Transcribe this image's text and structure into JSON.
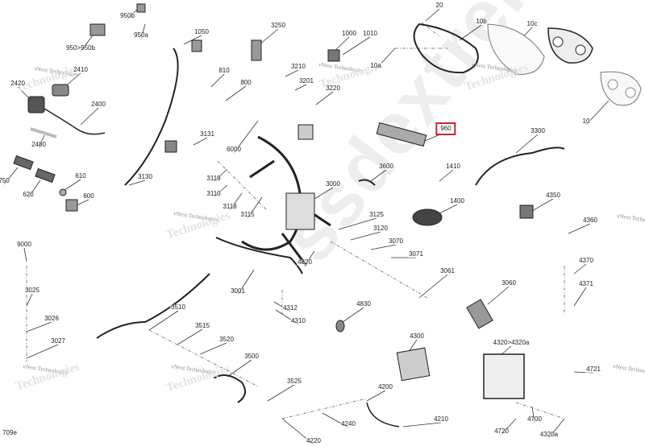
{
  "diagram": {
    "figure_code": "709e",
    "highlighted_part": "960",
    "highlight_color": "#c8242b",
    "callouts": [
      "20",
      "950b",
      "950>950b",
      "950a",
      "1050",
      "3250",
      "1000",
      "1010",
      "10b",
      "10c",
      "10a",
      "2420",
      "2410",
      "810",
      "3210",
      "3201",
      "800",
      "3220",
      "2400",
      "10",
      "960",
      "3300",
      "2480",
      "3131",
      "6000",
      "1410",
      "750",
      "3119",
      "3600",
      "610",
      "3130",
      "3110",
      "3000",
      "620",
      "600",
      "1400",
      "4350",
      "3118",
      "3115",
      "3125",
      "4360",
      "3120",
      "9000",
      "3070",
      "3071",
      "4370",
      "4820",
      "3001",
      "3061",
      "4371",
      "3025",
      "3060",
      "4312",
      "4830",
      "3026",
      "3510",
      "4310",
      "3515",
      "3027",
      "3520",
      "4300",
      "4320>4320a",
      "4721",
      "3500",
      "3525",
      "4200",
      "4210",
      "4240",
      "4720",
      "4700",
      "4220",
      "4320a"
    ]
  },
  "watermarks": {
    "vendor_small": "vNext Technologies",
    "vendor_big": "Technologies",
    "site": "ssdextremelife.ru"
  }
}
